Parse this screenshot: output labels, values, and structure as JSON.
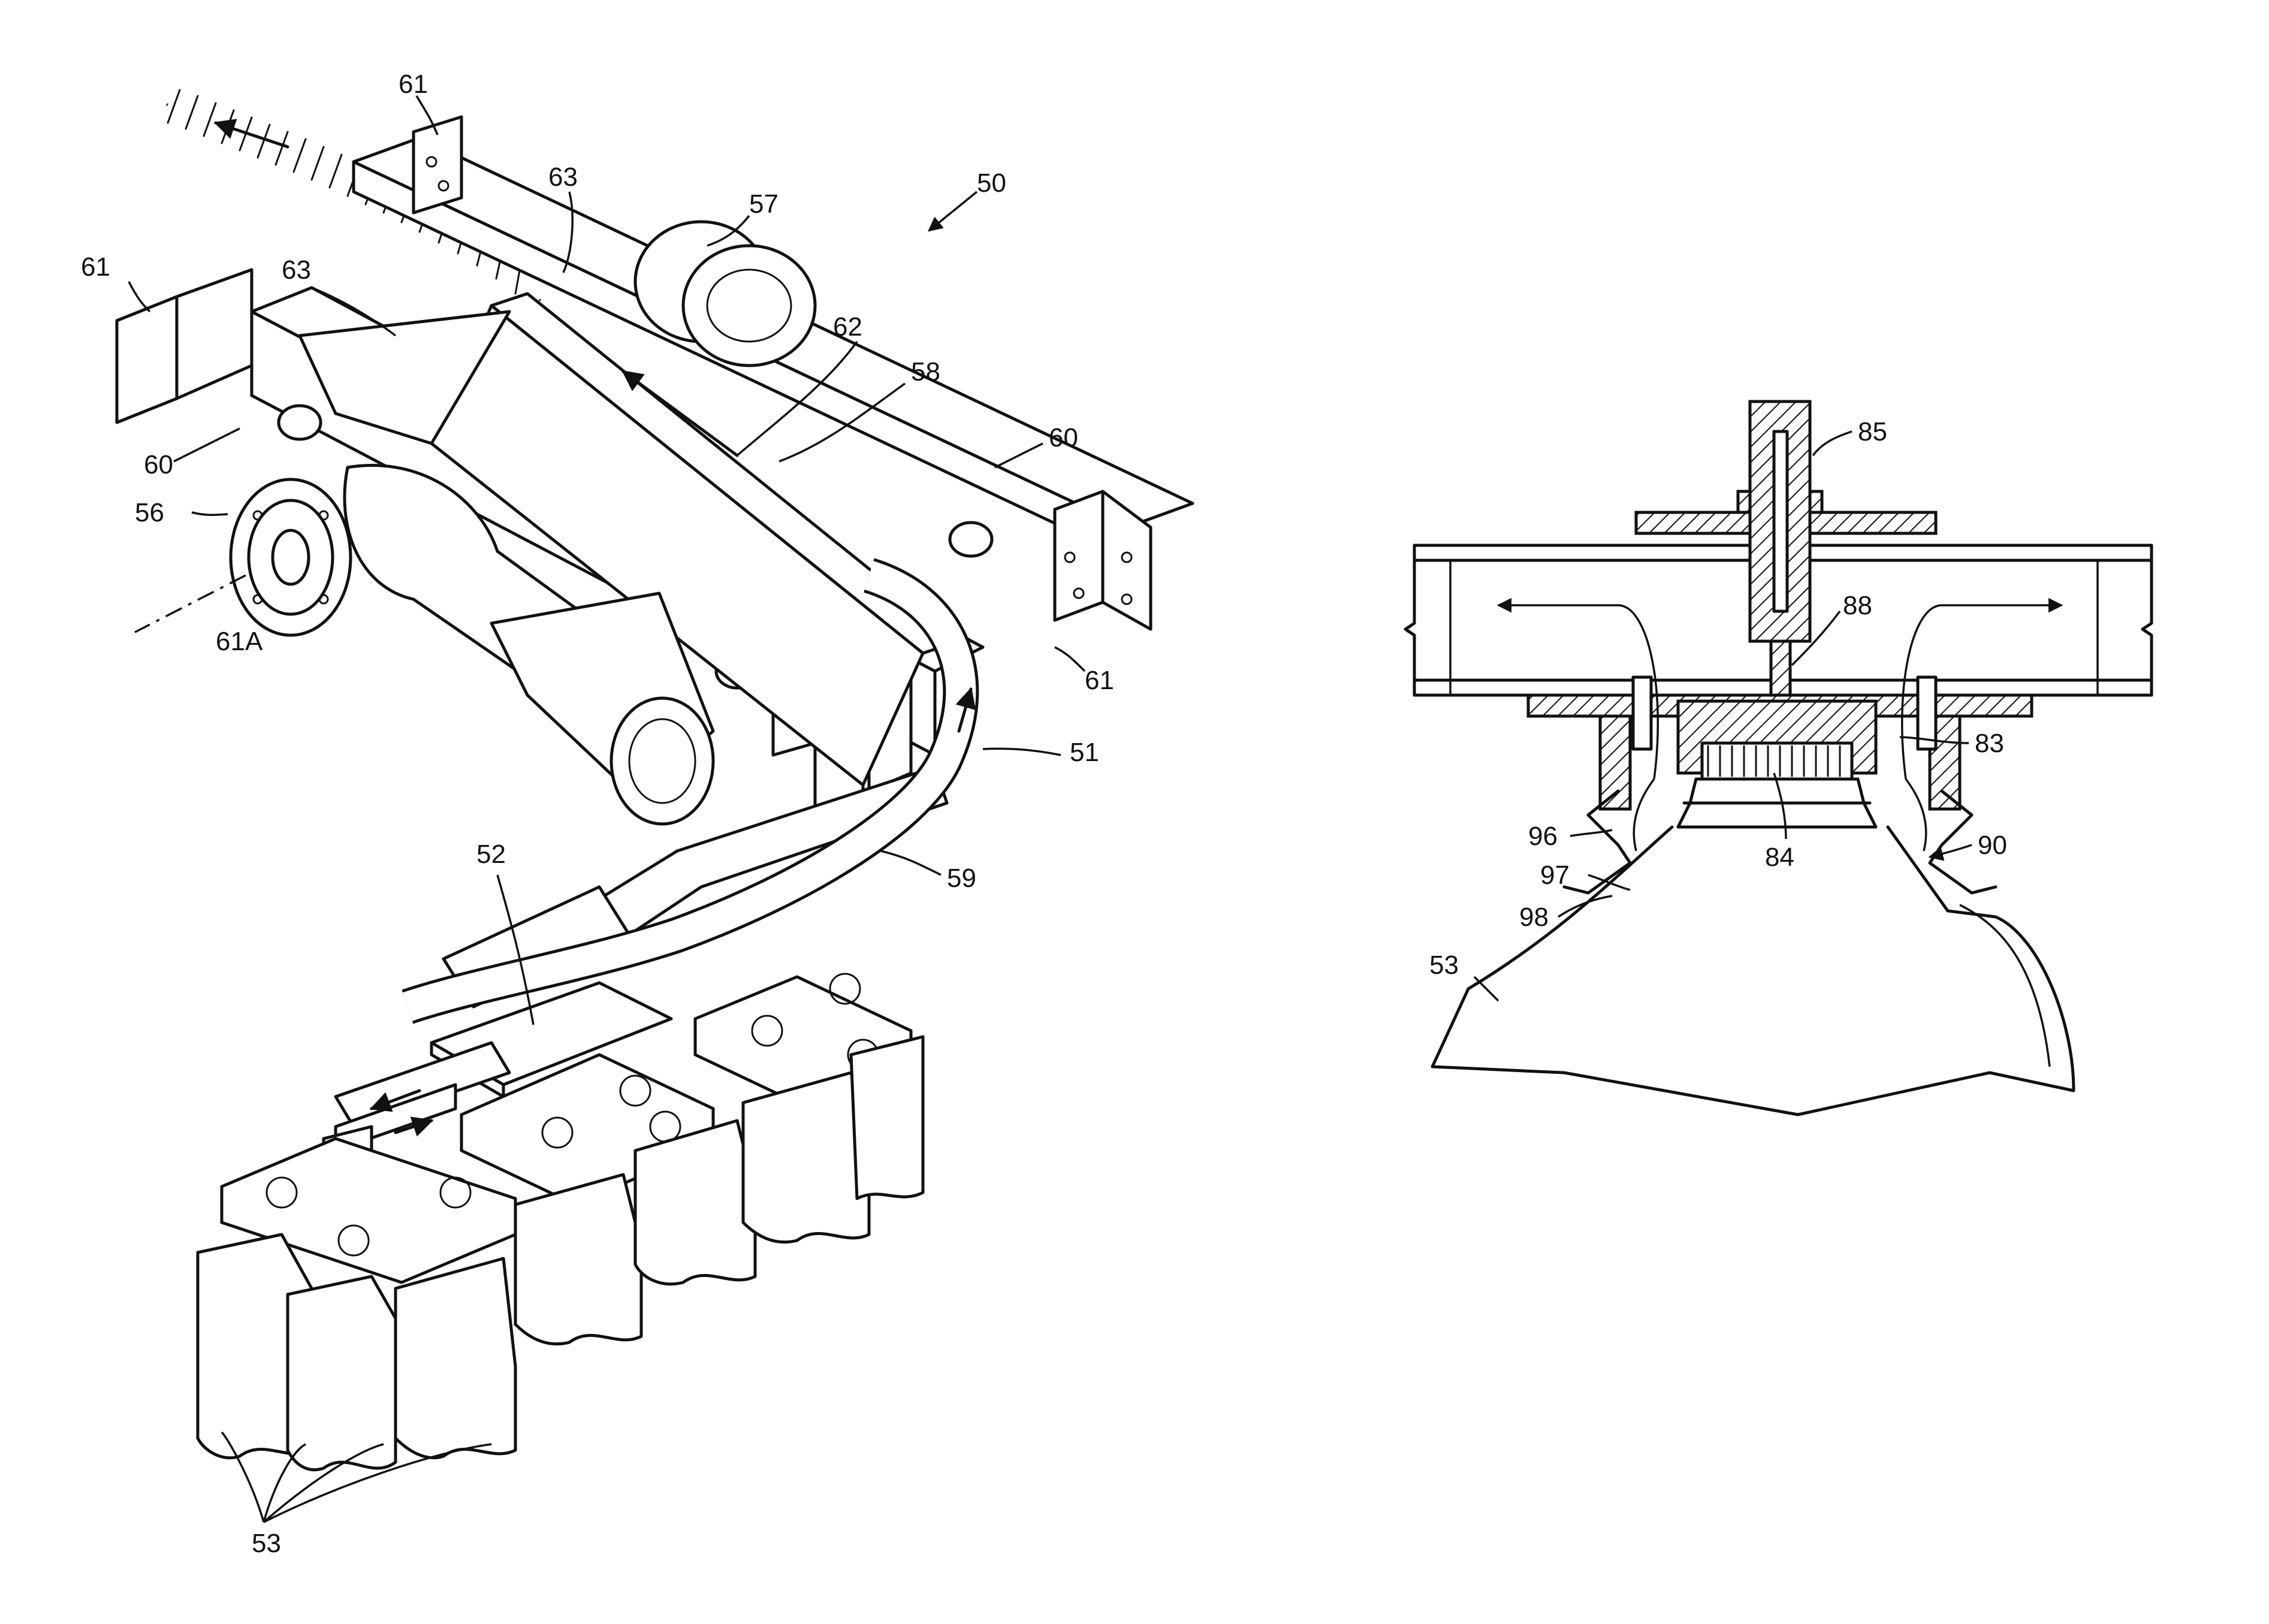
{
  "figure": {
    "left_view": {
      "assembly_ref": "50",
      "labels": {
        "l61_top": "61",
        "l63_top": "63",
        "l57": "57",
        "l50": "50",
        "l61_left": "61",
        "l63_mid": "63",
        "l62": "62",
        "l58": "58",
        "l60_right": "60",
        "l60_left": "60",
        "l56": "56",
        "l61A": "61A",
        "l61_right": "61",
        "l51": "51",
        "l52": "52",
        "l59": "59",
        "l53": "53"
      }
    },
    "right_view": {
      "labels": {
        "l85": "85",
        "l88": "88",
        "l83": "83",
        "l84": "84",
        "l96": "96",
        "l97": "97",
        "l98": "98",
        "l90": "90",
        "l53": "53"
      }
    }
  }
}
